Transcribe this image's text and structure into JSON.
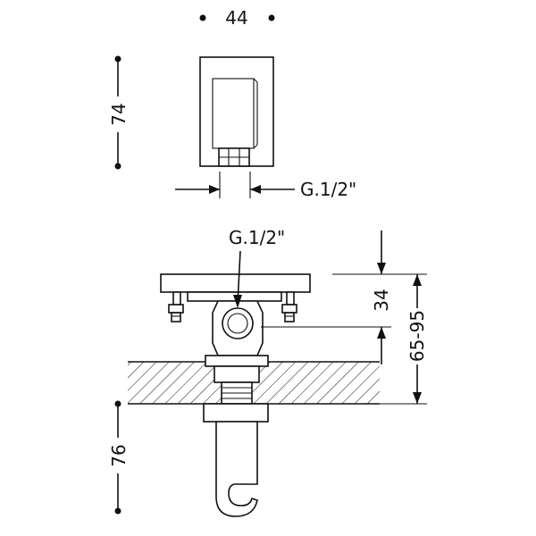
{
  "front_view": {
    "width_label": "44",
    "height_label": "74",
    "thread_label": "G.1/2\""
  },
  "side_view": {
    "thread_label": "G.1/2\"",
    "depth_label": "34",
    "range_label": "65-95",
    "drop_label": "76"
  }
}
